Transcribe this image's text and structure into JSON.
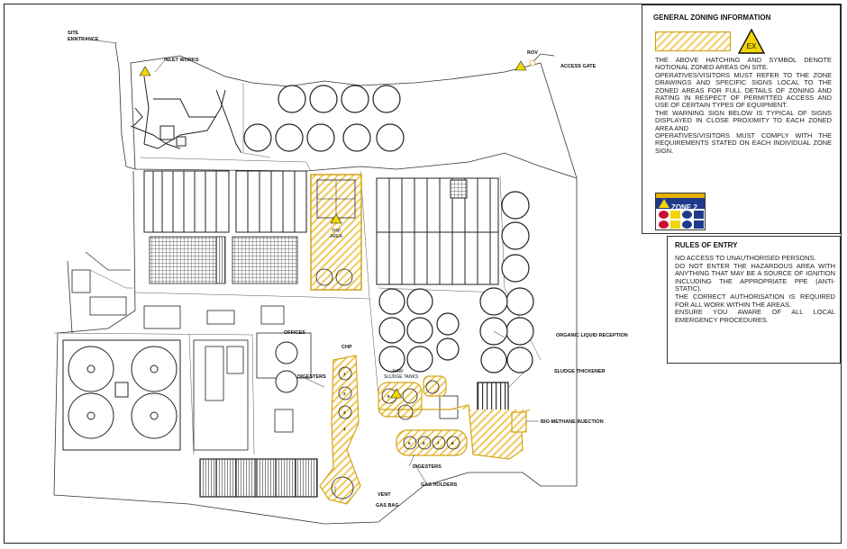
{
  "zoning_panel": {
    "title": "GENERAL ZONING INFORMATION",
    "icon_label": "EX",
    "paragraphs": [
      "THE ABOVE HATCHING AND SYMBOL DENOTE NOTIONAL ZONED AREAS ON SITE.",
      "OPERATIVES/VISITORS MUST REFER TO THE ZONE DRAWINGS AND SPECIFIC SIGNS LOCAL TO THE ZONED AREAS FOR FULL DETAILS OF ZONING AND RATING IN RESPECT OF PERMITTED ACCESS AND USE OF CERTAIN TYPES OF EQUIPMENT.",
      "THE WARNING SIGN BELOW IS TYPICAL OF SIGNS DISPLAYED IN CLOSE PROXIMITY TO EACH ZONED AREA AND",
      "OPERATIVES/VISITORS MUST COMPLY WITH THE REQUIREMENTS STATED ON EACH INDIVIDUAL ZONE SIGN."
    ],
    "sign_label": "ZONE 2",
    "colors": {
      "hatch": "#f3d06a",
      "hatch_border": "#c89a10",
      "sign_blue": "#1f3a8a",
      "sign_red": "#c8102e",
      "sign_yellow": "#e2b000"
    }
  },
  "rules_panel": {
    "title": "RULES OF ENTRY",
    "paragraphs": [
      "NO ACCESS TO UNAUTHORISED PERSONS.",
      "DO NOT ENTER THE HAZARDOUS AREA WITH ANYTHING THAT MAY BE A SOURCE OF IGNITION INCLUDING THE APPROPRIATE PPE (ANTI-STATIC).",
      "THE CORRECT AUTHORISATION IS REQUIRED FOR ALL WORK WITHIN THE AREAS.",
      "ENSURE YOU AWARE OF ALL LOCAL EMERGENCY PROCEDURES."
    ]
  },
  "map_labels": {
    "site_entrance_1": "SITE",
    "site_entrance_2": "ENNTRANCE",
    "inlet_works": "INLET WORKS",
    "rov": "ROV",
    "access_gate": "ACCESS GATE",
    "thp_area_1": "THP",
    "thp_area_2": "AREA",
    "offices": "OFFICES",
    "chp": "CHP",
    "raw_sludge_tanks_1": "RAW",
    "raw_sludge_tanks_2": "SLUDGE TANKS",
    "organic_liquid_reception": "ORGANIC LIQUID RECEPTION",
    "sludge_thickener": "SLUDGE THICKENER",
    "bio_methane_injection": "BIO-METHANE INJECTION",
    "digesters_left": "DIGESTERS",
    "digesters_lower": "DIGESTERS",
    "gas_holders": "GAS HOLDERS",
    "vent": "VENT",
    "gas_bag": "GAS BAG"
  },
  "digester_numbers": [
    "1",
    "2",
    "3",
    "4",
    "5",
    "6",
    "7",
    "8",
    "9"
  ]
}
